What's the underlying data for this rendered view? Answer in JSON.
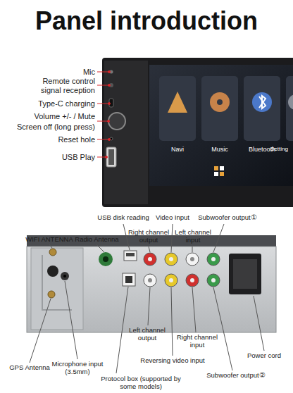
{
  "diagram": {
    "title": "Panel introduction",
    "labels": [
      "Mic",
      "Remote control signal reception",
      "Type-C charging",
      "Volume +/- / Mute",
      "Screen off (long press)",
      "Reset hole",
      "USB Play",
      "Navi",
      "Music",
      "Bluetooth",
      "Setting",
      "USB disk reading",
      "Video Input",
      "Subwoofer output①",
      "WIFI ANTENNA",
      "Radio Antenna",
      "Right channel output",
      "Left channel input",
      "Left channel output",
      "Right channel input",
      "Power cord",
      "GPS Antenna",
      "Microphone input (3.5mm)",
      "Protocol box (supported by some models)",
      "Reversing video input",
      "Subwoofer output②"
    ]
  }
}
